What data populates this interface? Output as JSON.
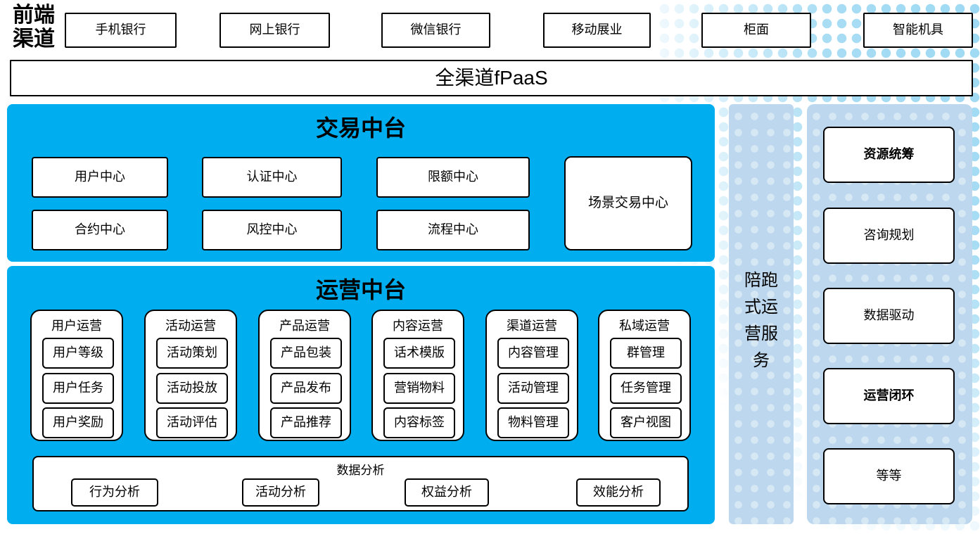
{
  "front_channels": {
    "label": "前端渠道",
    "items": [
      "手机银行",
      "网上银行",
      "微信银行",
      "移动展业",
      "柜面",
      "智能机具"
    ]
  },
  "fpaas": {
    "label": "全渠道fPaaS"
  },
  "transaction_platform": {
    "title": "交易中台",
    "centers": [
      "用户中心",
      "认证中心",
      "限额中心",
      "合约中心",
      "风控中心",
      "流程中心"
    ],
    "scenario_center": "场景交易中心"
  },
  "operation_platform": {
    "title": "运营中台",
    "columns": [
      {
        "header": "用户运营",
        "items": [
          "用户等级",
          "用户任务",
          "用户奖励"
        ]
      },
      {
        "header": "活动运营",
        "items": [
          "活动策划",
          "活动投放",
          "活动评估"
        ]
      },
      {
        "header": "产品运营",
        "items": [
          "产品包装",
          "产品发布",
          "产品推荐"
        ]
      },
      {
        "header": "内容运营",
        "items": [
          "话术模版",
          "营销物料",
          "内容标签"
        ]
      },
      {
        "header": "渠道运营",
        "items": [
          "内容管理",
          "活动管理",
          "物料管理"
        ]
      },
      {
        "header": "私域运营",
        "items": [
          "群管理",
          "任务管理",
          "客户视图"
        ]
      }
    ],
    "data_analysis": {
      "title": "数据分析",
      "items": [
        "行为分析",
        "活动分析",
        "权益分析",
        "效能分析"
      ]
    }
  },
  "companion_service": {
    "label": "陪跑式运营服务"
  },
  "service_panel": {
    "items": [
      "资源统筹",
      "咨询规划",
      "数据驱动",
      "运营闭环",
      "等等"
    ]
  },
  "colors": {
    "cyan": "#00AEEF",
    "light_blue": "#BDD8EE",
    "dot": "#9ED9F3"
  }
}
